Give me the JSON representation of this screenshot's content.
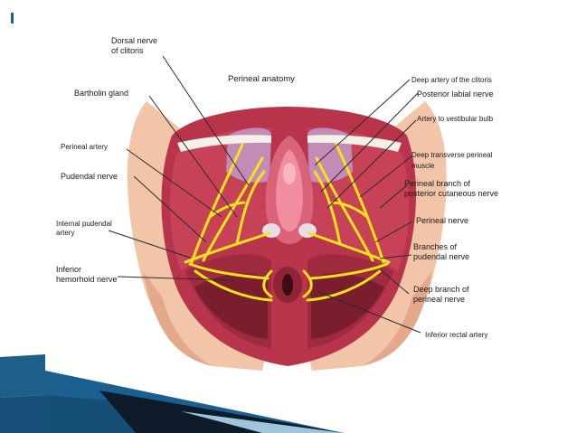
{
  "title": "Perineal anatomy",
  "labels": {
    "dorsal_nerve": [
      "Dorsal nerve",
      "of clitoris"
    ],
    "bartholin": "Bartholin gland",
    "perineal_artery": "Perineal artery",
    "pudendal_nerve": "Pudendal nerve",
    "internal_pudendal": [
      "Internal pudendal",
      "artery"
    ],
    "inferior_hemorrhoid": [
      "Inferior",
      "hemorhoid nerve"
    ],
    "deep_artery": "Deep artery of the clitoris",
    "posterior_labial": "Posterior labial nerve",
    "artery_vestibular": "Artery to vestibular bulb",
    "deep_transverse": [
      "Deep transverse perineal",
      "muscle"
    ],
    "perineal_branch": [
      "Perineal branch of",
      "posterior cutaneous nerve"
    ],
    "perineal_nerve": "Perineal nerve",
    "branches_pudendal": [
      "Branches of",
      "pudendal nerve"
    ],
    "deep_branch": [
      "Deep branch of",
      "perineal nerve"
    ],
    "inferior_rectal": "Inferior rectal artery"
  },
  "colors": {
    "accent": "#1a5f8e",
    "accent_light": "#9fc4dc",
    "muscle": "#b8344a",
    "muscle_dark": "#7a1e2e",
    "nerve": "#f3e21c",
    "skin": "#f2c4a8"
  }
}
